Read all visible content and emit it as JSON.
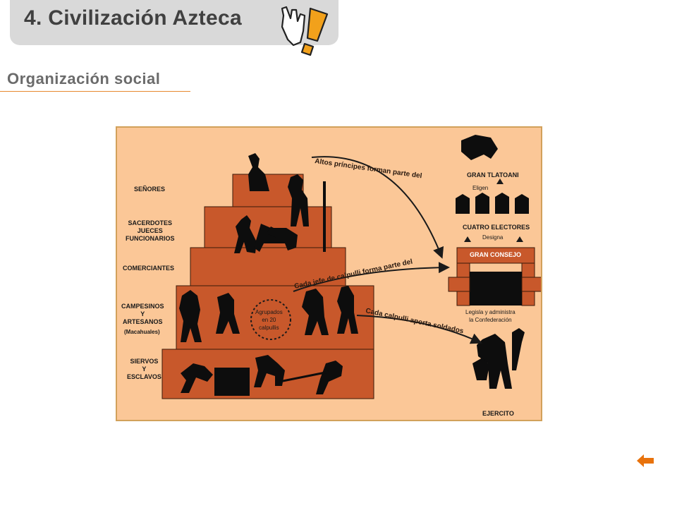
{
  "header": {
    "title": "4. Civilización Azteca",
    "icon": "pointing-hand-exclamation-icon"
  },
  "subtitle": "Organización social",
  "accent_color": "#e8892f",
  "diagram": {
    "levels": [
      {
        "label": "SEÑORES"
      },
      {
        "label": "SACERDOTES\nJUECES\nFUNCIONARIOS"
      },
      {
        "label": "COMERCIANTES"
      },
      {
        "label": "CAMPESINOS\nY\nARTESANOS",
        "note": "(Macahuales)"
      },
      {
        "label": "SIERVOS\nY\nESCLAVOS"
      }
    ],
    "circle_note": "Agrupados\nen 20\ncalpullis",
    "arrows": [
      "Altos príncipes forman parte del",
      "Cada jefe de calpulli forma parte del",
      "Cada calpulli aporta soldados"
    ],
    "right": {
      "tlatoani": "GRAN TLATOANI",
      "eligen": "Eligen",
      "electores": "CUATRO ELECTORES",
      "designa": "Designa",
      "consejo": "GRAN CONSEJO",
      "consejo_note": "Legisla y administra\nla Confederación",
      "ejercito": "EJERCITO"
    }
  },
  "nav": {
    "back_icon": "back-arrow-icon"
  }
}
